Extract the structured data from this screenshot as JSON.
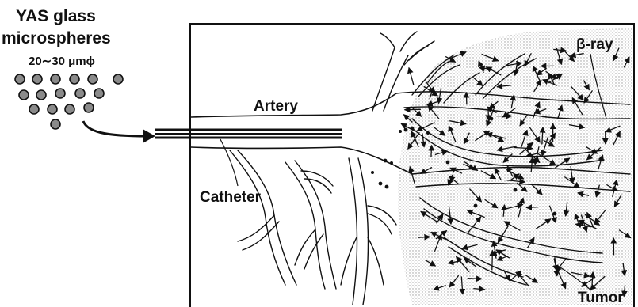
{
  "labels": {
    "material_line1": "YAS glass",
    "material_line2": "microspheres",
    "size": "20∼30 μmϕ",
    "artery": "Artery",
    "catheter": "Catheter",
    "beta_ray": "β-ray",
    "tumor": "Tumor"
  },
  "colors": {
    "ink": "#111111",
    "tumor_stipple": "#9a9a9a",
    "sphere_fill": "#8a8a8a",
    "background": "#ffffff"
  }
}
